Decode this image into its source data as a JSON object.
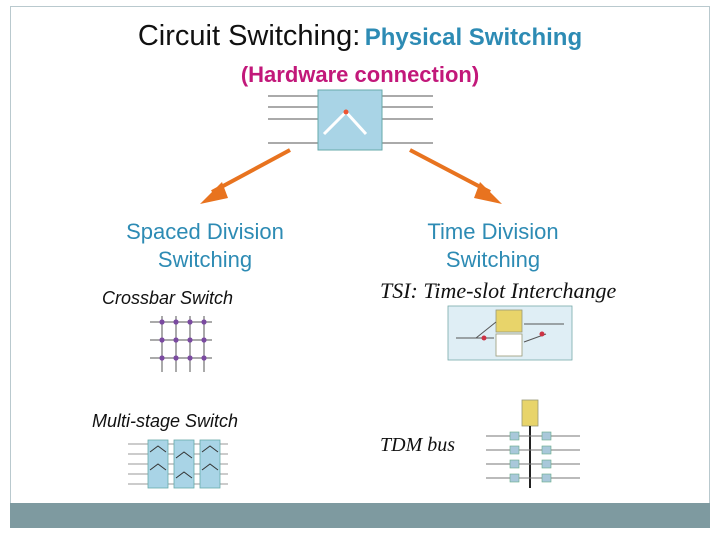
{
  "title": {
    "main": "Circuit Switching:",
    "sub": "Physical Switching",
    "paren": "(Hardware connection)"
  },
  "left": {
    "heading_line1": "Spaced Division",
    "heading_line2": "Switching",
    "crossbar_label": "Crossbar Switch",
    "multistage_label": "Multi-stage Switch"
  },
  "right": {
    "heading_line1": "Time Division",
    "heading_line2": "Switching",
    "tsi_label": "TSI: Time-slot Interchange",
    "tdm_label": "TDM bus"
  },
  "colors": {
    "arrow": "#e8731f",
    "accent_blue": "#2d8bb4",
    "magenta": "#c2187a",
    "footer_bar": "#7e9aa0"
  }
}
